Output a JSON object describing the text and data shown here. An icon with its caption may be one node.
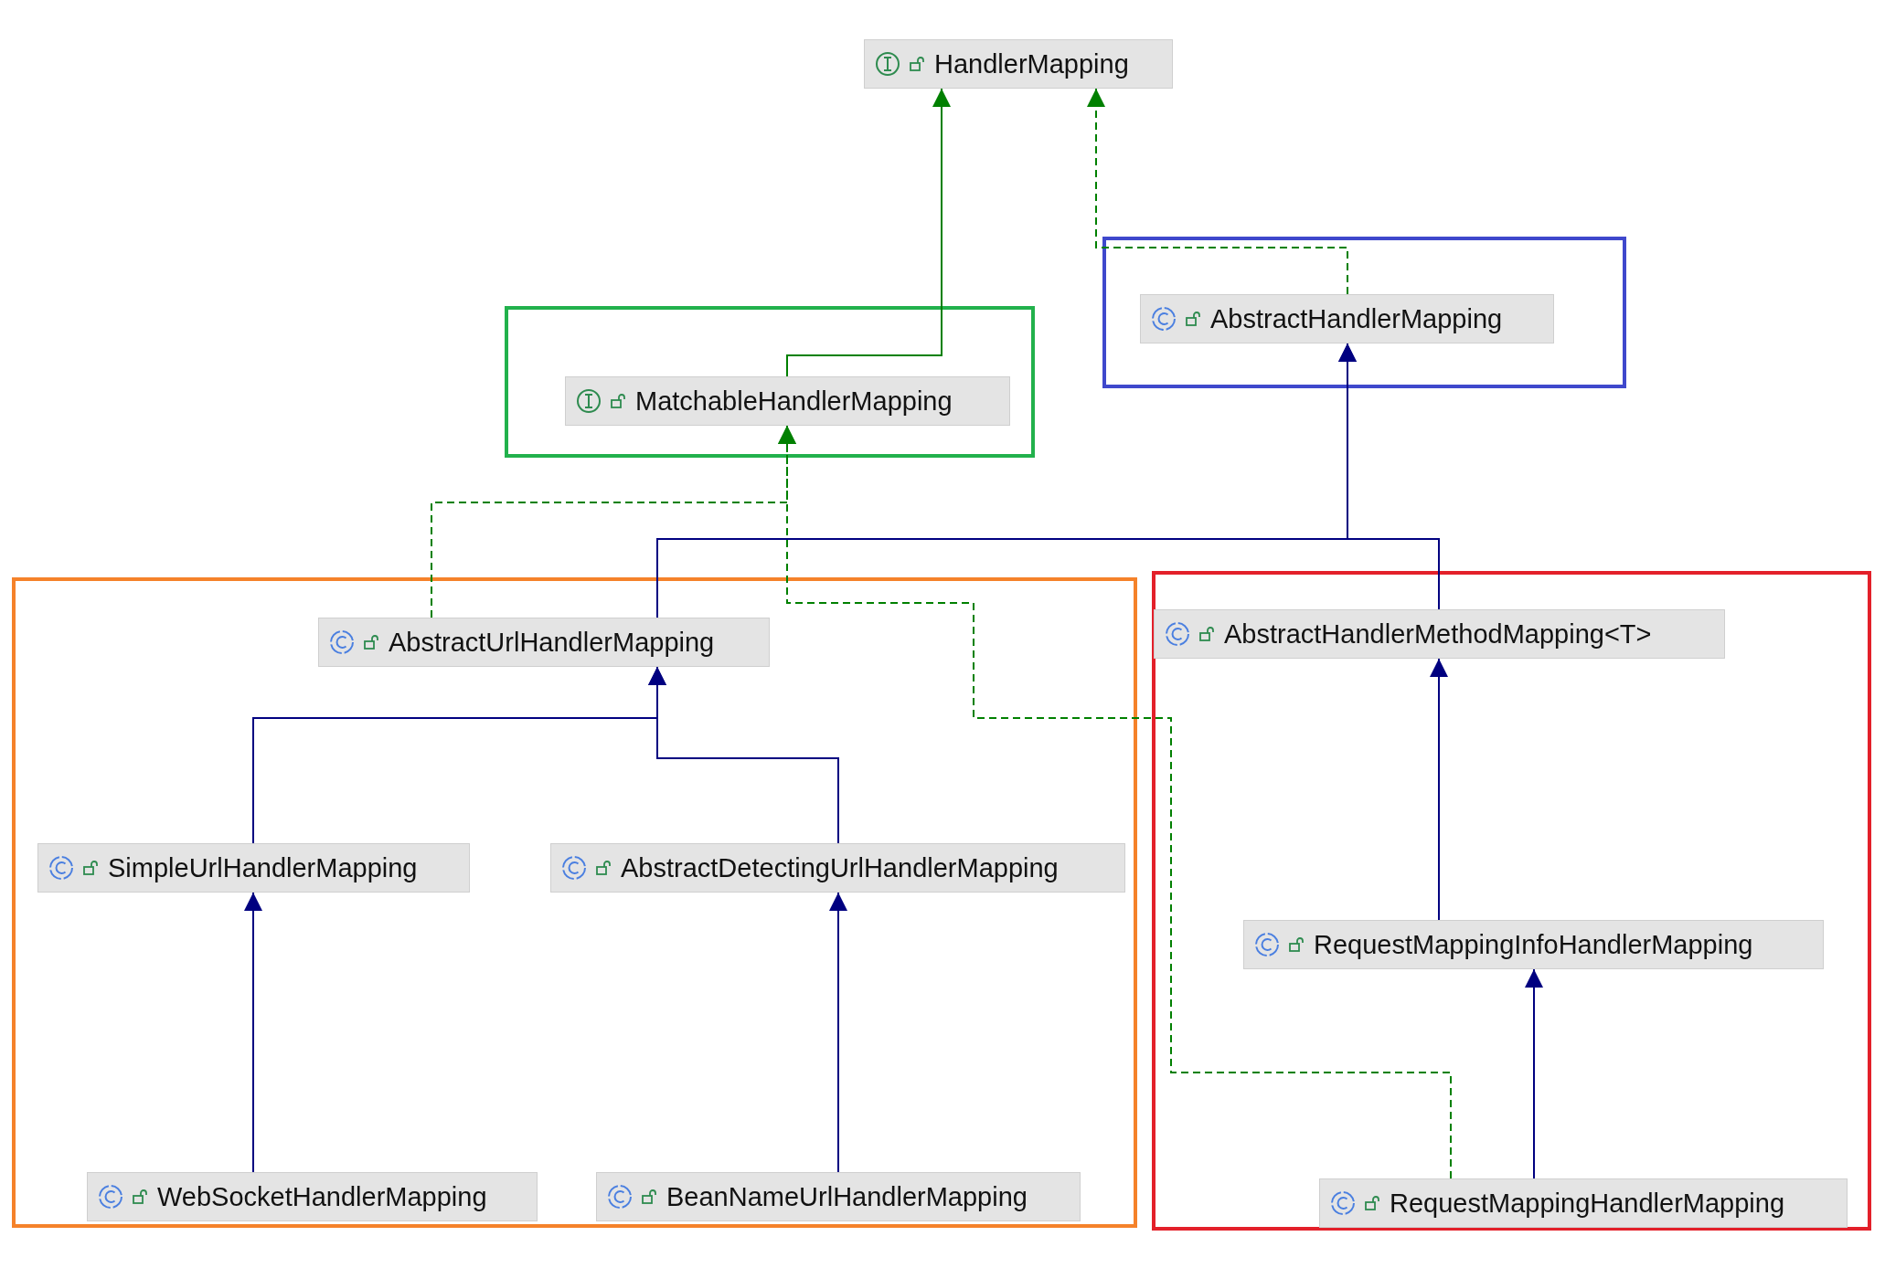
{
  "diagram": {
    "nodes": [
      {
        "text": [
          "HandlerMapping"
        ]
      },
      {
        "text": [],
        "shape": "box"
      },
      {
        "text": [
          "MatchableHandlerMapping"
        ],
        "in": 1
      },
      {
        "text": [],
        "shape": "box"
      },
      {
        "text": [
          "AbstractHandlerMapping"
        ],
        "in": 3
      },
      {
        "text": [],
        "shape": "box"
      },
      {
        "text": [
          "AbstractUrlHandlerMapping"
        ],
        "in": 5
      },
      {
        "text": [
          "SimpleUrlHandlerMapping"
        ],
        "in": 5
      },
      {
        "text": [
          "AbstractDetectingUrlHandlerMapping"
        ],
        "in": 5
      },
      {
        "text": [
          "WebSocketHandlerMapping"
        ],
        "in": 5
      },
      {
        "text": [
          "BeanNameUrlHandlerMapping"
        ],
        "in": 5
      },
      {
        "text": [],
        "shape": "box"
      },
      {
        "text": [
          "AbstractHandlerMethodMapping<T>"
        ],
        "in": 11
      },
      {
        "text": [
          "RequestMappingInfoHandlerMapping"
        ],
        "in": 11
      },
      {
        "text": [
          "RequestMappingHandlerMapping"
        ],
        "in": 11
      }
    ],
    "edges": [
      {
        "from": 2,
        "to": 0,
        "arrow": "to",
        "color": "#008000"
      },
      {
        "from": 4,
        "to": 0,
        "arrow": "to",
        "style": "dashed",
        "color": "#008000"
      },
      {
        "from": 6,
        "to": 2,
        "arrow": "to",
        "style": "dashed",
        "color": "#008000"
      },
      {
        "from": 6,
        "to": 4,
        "arrow": "to"
      },
      {
        "from": 12,
        "to": 4,
        "arrow": "to"
      },
      {
        "from": 7,
        "to": 6,
        "arrow": "to"
      },
      {
        "from": 8,
        "to": 6,
        "arrow": "to"
      },
      {
        "from": 9,
        "to": 7,
        "arrow": "to"
      },
      {
        "from": 10,
        "to": 8,
        "arrow": "to"
      },
      {
        "from": 13,
        "to": 12,
        "arrow": "to"
      },
      {
        "from": 14,
        "to": 13,
        "arrow": "to"
      },
      {
        "from": 14,
        "to": 2,
        "arrow": "to",
        "style": "dashed",
        "color": "#008000"
      }
    ]
  }
}
